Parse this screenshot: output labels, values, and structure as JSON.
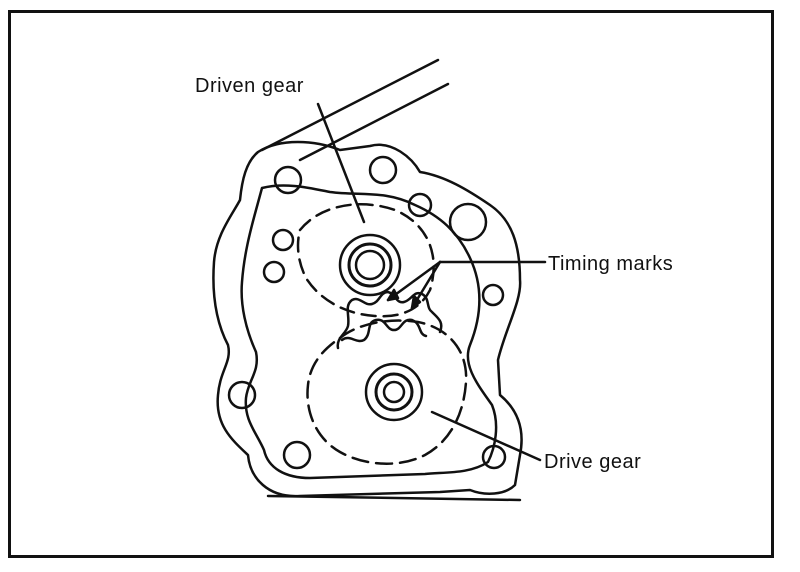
{
  "labels": {
    "driven_gear": "Driven gear",
    "timing_marks": "Timing marks",
    "drive_gear": "Drive gear"
  },
  "colors": {
    "ink": "#111111",
    "paper": "#ffffff"
  }
}
